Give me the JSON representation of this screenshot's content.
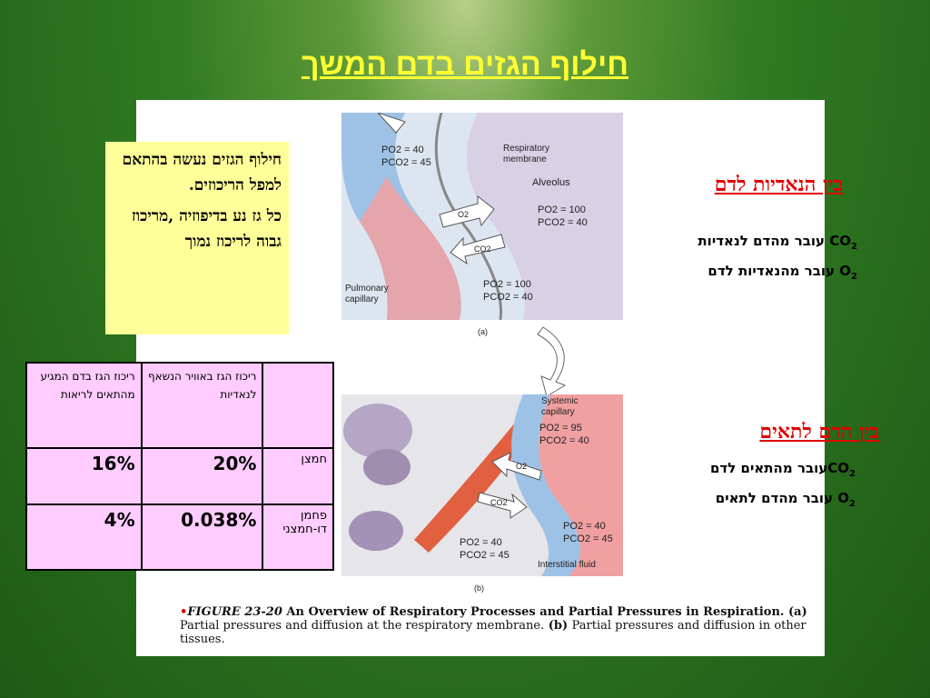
{
  "title": "חילוף הגזים בדם המשך",
  "note": {
    "para1": "חילוף הגזים נעשה בהתאם למפל הריכוזים.",
    "para2": "כל גז נע בדיפוזיה ,מריכוז גבוה לריכוז נמוך"
  },
  "table": {
    "headers": [
      "",
      "ריכוז הגז באוויר הנשאף לנאדיות",
      "ריכוז הגז בדם המגיע מהתאים לריאות"
    ],
    "rows": [
      {
        "name": "חמצן",
        "air": "20%",
        "blood": "16%"
      },
      {
        "name": "פחמן דו-חמצני",
        "air": "0.038%",
        "blood": "4%"
      }
    ]
  },
  "section1": {
    "heading": "בין הנאדיות לדם",
    "line1_gas": "CO",
    "line1_sub": "2",
    "line1_text": " עובר מהדם לנאדיות",
    "line2_gas": "O",
    "line2_sub": "2",
    "line2_text": " עובר מהנאדיות לדם"
  },
  "section2": {
    "heading": "בין הדם לתאים",
    "line1_gas": "CO",
    "line1_sub": "2",
    "line1_text": "עובר מהתאים לדם",
    "line2_gas": "O",
    "line2_sub": "2",
    "line2_text": " עובר מהדם לתאים"
  },
  "diagram_a": {
    "po2_top": "PO2 = 40",
    "pco2_top": "PCO2 = 45",
    "membrane": [
      "Respiratory",
      "membrane"
    ],
    "alveolus": "Alveolus",
    "po2_alv": "PO2 = 100",
    "pco2_alv": "PCO2 = 40",
    "o2_arrow": "O2",
    "co2_arrow": "CO2",
    "pulmonary": [
      "Pulmonary",
      "capillary"
    ],
    "po2_bottom": "PO2 = 100",
    "pco2_bottom": "PCO2 = 40",
    "label": "(a)"
  },
  "diagram_b": {
    "systemic": [
      "Systemic",
      "capillary"
    ],
    "po2_top": "PO2 = 95",
    "pco2_top": "PCO2 = 40",
    "o2_arrow": "O2",
    "co2_arrow": "CO2",
    "po2_right": "PO2 = 40",
    "pco2_right": "PCO2 = 45",
    "po2_left": "PO2 = 40",
    "pco2_left": "PCO2 = 45",
    "interstitial": "Interstitial fluid",
    "label": "(b)"
  },
  "caption": {
    "fig": "FIGURE 23-20",
    "title": " An Overview of Respiratory Processes and Partial Pressures in Respiration.",
    "a": " (a) ",
    "a_text": "Partial pressures and diffusion at the respiratory membrane.",
    "b": " (b) ",
    "b_text": "Partial pressures and diffusion in other tissues."
  },
  "colors": {
    "title": "#ffff33",
    "note_bg": "#ffff99",
    "table_bg": "#ffccff",
    "heading_red": "#e00000",
    "blood_blue": "#9ec2e6",
    "blood_red": "#f0a0a0"
  }
}
